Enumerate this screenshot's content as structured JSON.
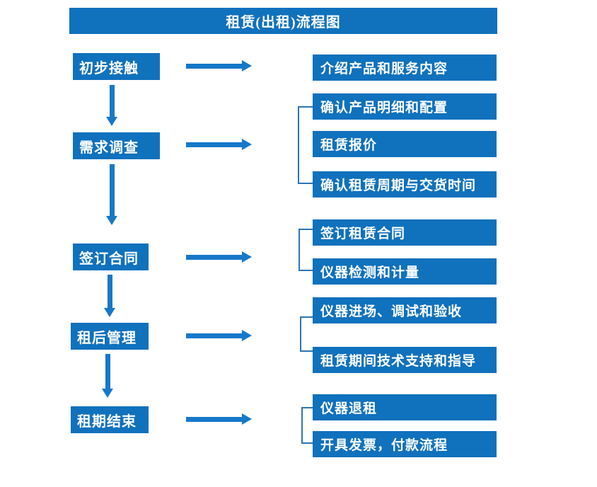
{
  "title": "租赁(出租)流程图",
  "colors": {
    "box_blue": "#1071BD",
    "arrow_blue": "#1678C9",
    "bracket_blue": "#2E74B5",
    "bg": "#FFFFFF",
    "text": "#FFFFFF"
  },
  "steps": [
    {
      "label": "初步接触"
    },
    {
      "label": "需求调查"
    },
    {
      "label": "签订合同"
    },
    {
      "label": "租后管理"
    },
    {
      "label": "租期结束"
    }
  ],
  "details": {
    "initial_contact": [
      "介绍产品和服务内容"
    ],
    "needs_survey": [
      "确认产品明细和配置",
      "租赁报价",
      "确认租赁周期与交货时间"
    ],
    "sign_contract": [
      "签订租赁合同",
      "仪器检测和计量"
    ],
    "post_rental": [
      "仪器进场、调试和验收",
      "租赁期间技术支持和指导"
    ],
    "rental_end": [
      "仪器退租",
      "开具发票，付款流程"
    ]
  }
}
